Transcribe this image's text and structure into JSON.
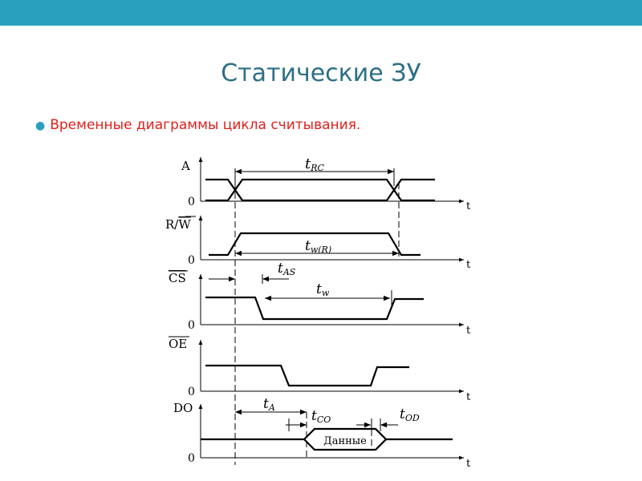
{
  "slide": {
    "title": "Статические ЗУ",
    "bullet": "Временные диаграммы цикла считывания."
  },
  "diagram": {
    "signals": [
      {
        "id": "addr",
        "label": "A",
        "zero": "0",
        "axis": "t"
      },
      {
        "id": "rw",
        "label": "R/W",
        "zero": "0",
        "axis": "t"
      },
      {
        "id": "cs",
        "label": "CS",
        "zero": "0",
        "axis": "t"
      },
      {
        "id": "oe",
        "label": "OE",
        "zero": "0",
        "axis": "t"
      },
      {
        "id": "do",
        "label": "DO",
        "zero": "0",
        "axis": "t"
      }
    ],
    "timings": {
      "rc": {
        "base": "t",
        "sub": "RC"
      },
      "wr": {
        "base": "t",
        "sub": "w(R)"
      },
      "as": {
        "base": "t",
        "sub": "AS"
      },
      "w": {
        "base": "t",
        "sub": "w"
      },
      "a": {
        "base": "t",
        "sub": "A"
      },
      "co": {
        "base": "t",
        "sub": "CO"
      },
      "od": {
        "base": "t",
        "sub": "OD"
      }
    },
    "data_label": "Данные"
  },
  "colors": {
    "top_bar": "#2aa0bf",
    "title": "#2b6f86",
    "bullet_text": "#e0201b"
  }
}
